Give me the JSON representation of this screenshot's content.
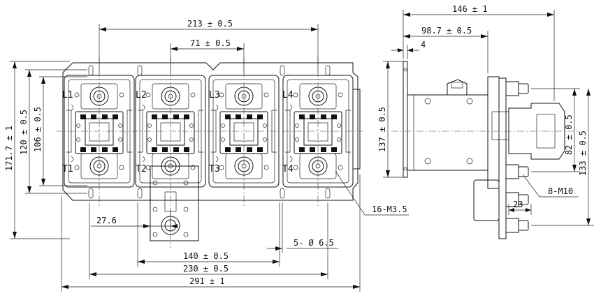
{
  "front_view": {
    "dimensions": {
      "d213": "213 ± 0.5",
      "d71": "71 ± 0.5",
      "d171_7": "171.7 ± 1",
      "d120": "120 ± 0.5",
      "d106": "106 ± 0.5",
      "d27_6": "27.6",
      "d140": "140 ± 0.5",
      "d230": "230 ± 0.5",
      "d291": "291 ± 1",
      "d5_hole": "5- Ø 6.5",
      "d16_m35": "16-M3.5"
    },
    "poles": [
      {
        "top": "L1",
        "bottom": "T1"
      },
      {
        "top": "L2",
        "bottom": "T2"
      },
      {
        "top": "L3",
        "bottom": "T3"
      },
      {
        "top": "L4",
        "bottom": "T4"
      }
    ]
  },
  "side_view": {
    "dimensions": {
      "d146": "146 ± 1",
      "d98_7": "98.7 ± 0.5",
      "d4": "4",
      "d137": "137 ± 0.5",
      "d82": "82 ± 0.5",
      "d133": "133 ± 0.5",
      "d8_m10": "8-M10",
      "d23": "23"
    }
  }
}
